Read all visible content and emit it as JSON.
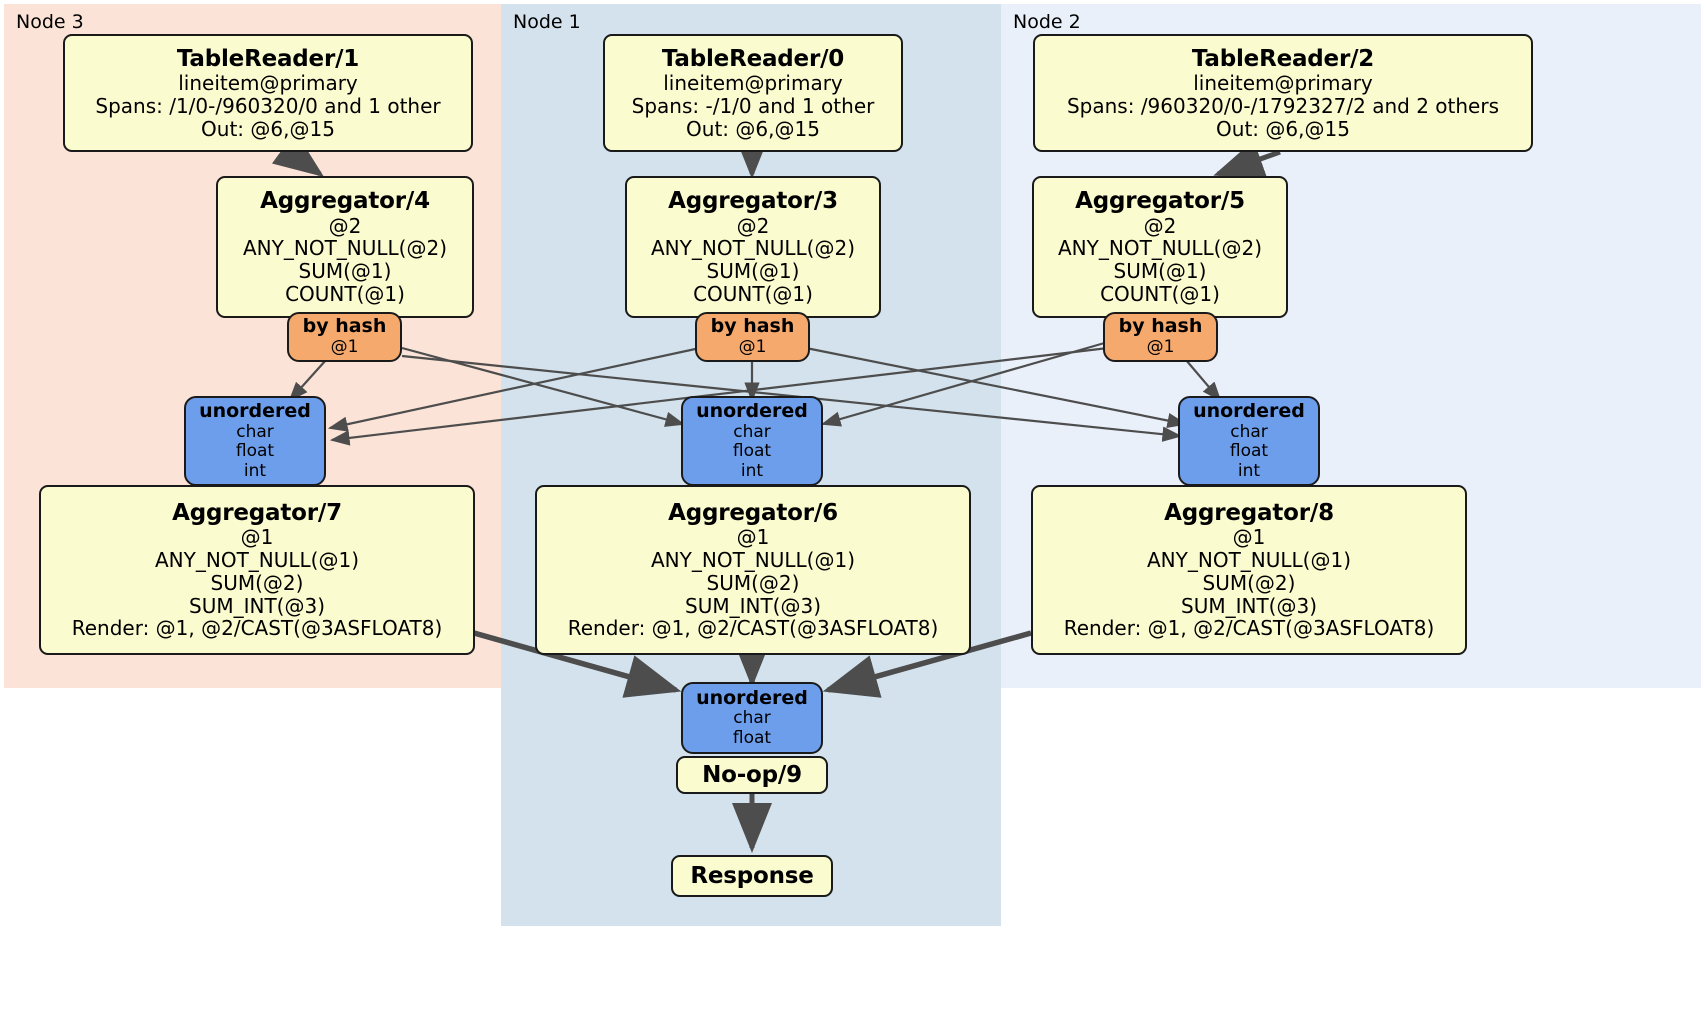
{
  "diagram": {
    "kind": "distributed-query-plan",
    "colors": {
      "processor_fill": "#fbfbd0",
      "router_fill": "#f6a96d",
      "receiver_fill": "#6d9eeb",
      "node3_panel": "#fbe3d7",
      "node1_panel": "#d3e2ec",
      "node2_panel": "#eaf0fa",
      "edge": "#4d4d4d",
      "border": "#1a1a1a"
    },
    "panels": [
      {
        "label": "Node 3",
        "fill": "#fbe3d7"
      },
      {
        "label": "Node 1",
        "fill": "#d3e2ec"
      },
      {
        "label": "Node 2",
        "fill": "#eaf0fa"
      }
    ]
  },
  "nodes": {
    "table_reader_1": {
      "title": "TableReader/1",
      "lines": [
        "lineitem@primary",
        "Spans: /1/0-/960320/0 and 1 other",
        "Out: @6,@15"
      ]
    },
    "table_reader_0": {
      "title": "TableReader/0",
      "lines": [
        "lineitem@primary",
        "Spans: -/1/0 and 1 other",
        "Out: @6,@15"
      ]
    },
    "table_reader_2": {
      "title": "TableReader/2",
      "lines": [
        "lineitem@primary",
        "Spans: /960320/0-/1792327/2 and 2 others",
        "Out: @6,@15"
      ]
    },
    "aggregator_4": {
      "title": "Aggregator/4",
      "lines": [
        "@2",
        "ANY_NOT_NULL(@2)",
        "SUM(@1)",
        "COUNT(@1)"
      ]
    },
    "aggregator_3": {
      "title": "Aggregator/3",
      "lines": [
        "@2",
        "ANY_NOT_NULL(@2)",
        "SUM(@1)",
        "COUNT(@1)"
      ]
    },
    "aggregator_5": {
      "title": "Aggregator/5",
      "lines": [
        "@2",
        "ANY_NOT_NULL(@2)",
        "SUM(@1)",
        "COUNT(@1)"
      ]
    },
    "router_left": {
      "title": "by hash",
      "lines": [
        "@1"
      ]
    },
    "router_center": {
      "title": "by hash",
      "lines": [
        "@1"
      ]
    },
    "router_right": {
      "title": "by hash",
      "lines": [
        "@1"
      ]
    },
    "receiver_left": {
      "title": "unordered",
      "lines": [
        "char",
        "float",
        "int"
      ]
    },
    "receiver_center": {
      "title": "unordered",
      "lines": [
        "char",
        "float",
        "int"
      ]
    },
    "receiver_right": {
      "title": "unordered",
      "lines": [
        "char",
        "float",
        "int"
      ]
    },
    "aggregator_7": {
      "title": "Aggregator/7",
      "lines": [
        "@1",
        "ANY_NOT_NULL(@1)",
        "SUM(@2)",
        "SUM_INT(@3)",
        "Render: @1, @2/CAST(@3ASFLOAT8)"
      ]
    },
    "aggregator_6": {
      "title": "Aggregator/6",
      "lines": [
        "@1",
        "ANY_NOT_NULL(@1)",
        "SUM(@2)",
        "SUM_INT(@3)",
        "Render: @1, @2/CAST(@3ASFLOAT8)"
      ]
    },
    "aggregator_8": {
      "title": "Aggregator/8",
      "lines": [
        "@1",
        "ANY_NOT_NULL(@1)",
        "SUM(@2)",
        "SUM_INT(@3)",
        "Render: @1, @2/CAST(@3ASFLOAT8)"
      ]
    },
    "receiver_final": {
      "title": "unordered",
      "lines": [
        "char",
        "float"
      ]
    },
    "noop_9": {
      "title": "No-op/9",
      "lines": []
    },
    "response": {
      "title": "Response",
      "lines": []
    }
  }
}
